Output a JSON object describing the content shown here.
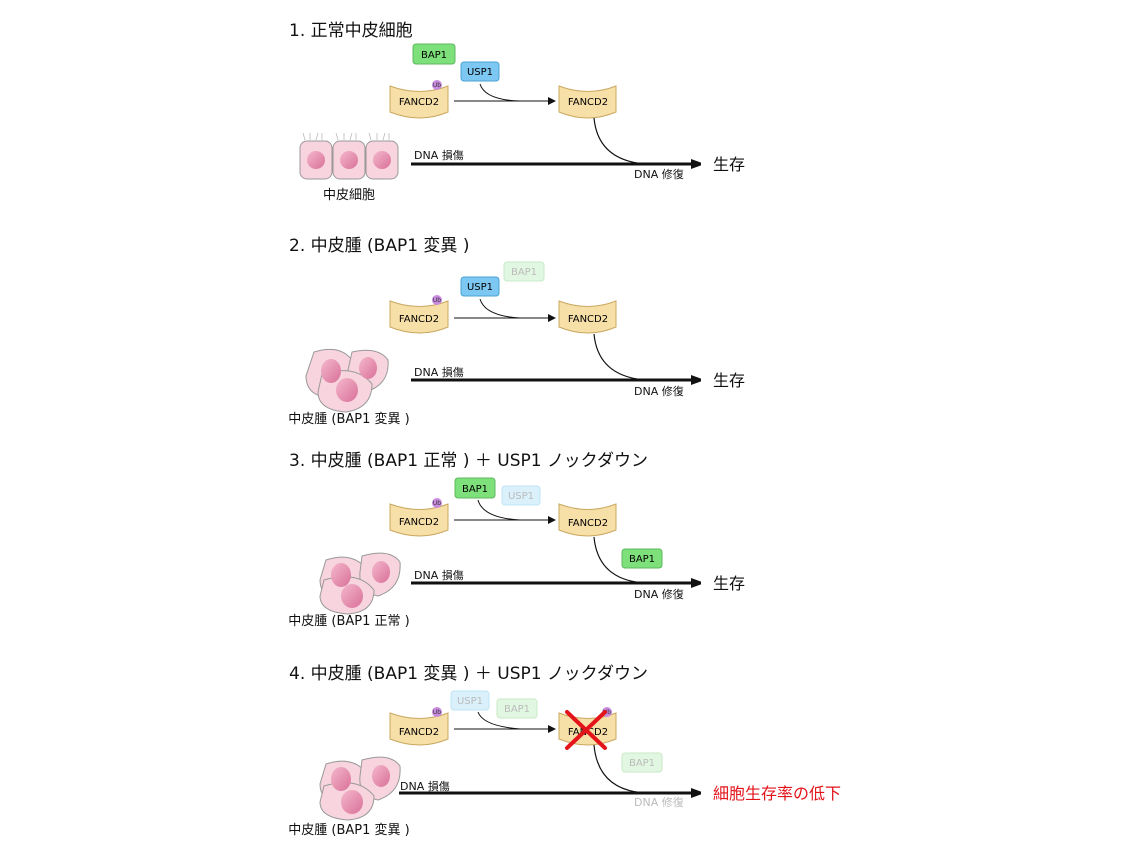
{
  "panels": [
    {
      "title": "1. 正常中皮細胞",
      "cell_label": "中皮細胞",
      "damage_label": "DNA 損傷",
      "repair_label": "DNA 修復",
      "outcome": "生存",
      "fancd2_left": "FANCD2",
      "fancd2_right": "FANCD2",
      "ub": "Ub",
      "box_a": "BAP1",
      "box_b": "USP1"
    },
    {
      "title": "2. 中皮腫 (BAP1 変異 )",
      "cell_label": "中皮腫 (BAP1 変異 )",
      "damage_label": "DNA 損傷",
      "repair_label": "DNA 修復",
      "outcome": "生存",
      "fancd2_left": "FANCD2",
      "fancd2_right": "FANCD2",
      "ub": "Ub",
      "box_a": "USP1",
      "box_b": "BAP1"
    },
    {
      "title": "3. 中皮腫 (BAP1 正常 ) ＋ USP1 ノックダウン",
      "cell_label": "中皮腫 (BAP1 正常 )",
      "damage_label": "DNA 損傷",
      "repair_label": "DNA 修復",
      "outcome": "生存",
      "fancd2_left": "FANCD2",
      "fancd2_right": "FANCD2",
      "ub": "Ub",
      "box_a": "BAP1",
      "box_b": "USP1",
      "box_c": "BAP1"
    },
    {
      "title": "4. 中皮腫 (BAP1 変異 ) ＋ USP1 ノックダウン",
      "cell_label": "中皮腫 (BAP1 変異 )",
      "damage_label": "DNA 損傷",
      "repair_label": "DNA 修復",
      "outcome": "細胞生存率の低下",
      "fancd2_left": "FANCD2",
      "fancd2_right": "FANCD2",
      "ub": "Ub",
      "ub_right": "Ub",
      "box_a": "USP1",
      "box_b": "BAP1",
      "box_c": "BAP1"
    }
  ],
  "colors": {
    "bap1": "#7ee07a",
    "bap1_faded": "#e2f7e1",
    "usp1": "#7cc8f2",
    "usp1_faded": "#daf0fb",
    "fancd2": "#f7dfa8",
    "ub": "#c98be0",
    "cell": "#f7d4de",
    "nucleus": "#e88fb0",
    "outcome_bad": "#e3141a"
  }
}
